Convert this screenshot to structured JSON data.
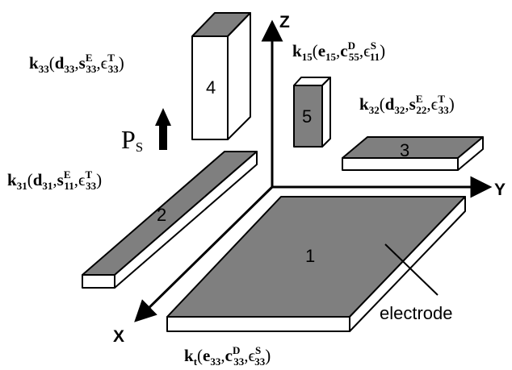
{
  "axes": {
    "z": "Z",
    "y": "Y",
    "x": "X"
  },
  "polarization": {
    "symbol": "P",
    "subscript": "S"
  },
  "electrode_label": "electrode",
  "blocks": [
    {
      "id": "1",
      "label": "1"
    },
    {
      "id": "2",
      "label": "2"
    },
    {
      "id": "3",
      "label": "3"
    },
    {
      "id": "4",
      "label": "4"
    },
    {
      "id": "5",
      "label": "5"
    }
  ],
  "mode_labels": [
    {
      "k": "k",
      "ksub": "33",
      "params": [
        {
          "b": "d",
          "sub": "33",
          "sup": ""
        },
        {
          "b": "s",
          "sub": "33",
          "sup": "E"
        },
        {
          "b": "ϵ",
          "sub": "33",
          "sup": "T"
        }
      ]
    },
    {
      "k": "k",
      "ksub": "15",
      "params": [
        {
          "b": "e",
          "sub": "15",
          "sup": ""
        },
        {
          "b": "c",
          "sub": "55",
          "sup": "D"
        },
        {
          "b": "ϵ",
          "sub": "11",
          "sup": "S"
        }
      ]
    },
    {
      "k": "k",
      "ksub": "32",
      "params": [
        {
          "b": "d",
          "sub": "32",
          "sup": ""
        },
        {
          "b": "s",
          "sub": "22",
          "sup": "E"
        },
        {
          "b": "ϵ",
          "sub": "33",
          "sup": "T"
        }
      ]
    },
    {
      "k": "k",
      "ksub": "31",
      "params": [
        {
          "b": "d",
          "sub": "31",
          "sup": ""
        },
        {
          "b": "s",
          "sub": "11",
          "sup": "E"
        },
        {
          "b": "ϵ",
          "sub": "33",
          "sup": "T"
        }
      ]
    },
    {
      "k": "k",
      "ksub": "t",
      "params": [
        {
          "b": "e",
          "sub": "33",
          "sup": ""
        },
        {
          "b": "c",
          "sub": "33",
          "sup": "D"
        },
        {
          "b": "ϵ",
          "sub": "33",
          "sup": "S"
        }
      ]
    }
  ],
  "colors": {
    "electrode_fill": "#7f7f7f",
    "side_fill": "#ffffff",
    "stroke": "#000000"
  }
}
